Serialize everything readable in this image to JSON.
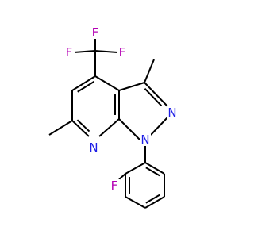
{
  "colors": {
    "background": "#ffffff",
    "bond": "#000000",
    "fluorine": "#b400b4",
    "nitrogen": "#1f1fe6"
  },
  "atoms": {
    "f1": "F",
    "f2": "F",
    "f3": "F",
    "f4": "F",
    "n_pyrazole": "N",
    "n_pyrazole_1": "N",
    "n_pyridine": "N"
  }
}
